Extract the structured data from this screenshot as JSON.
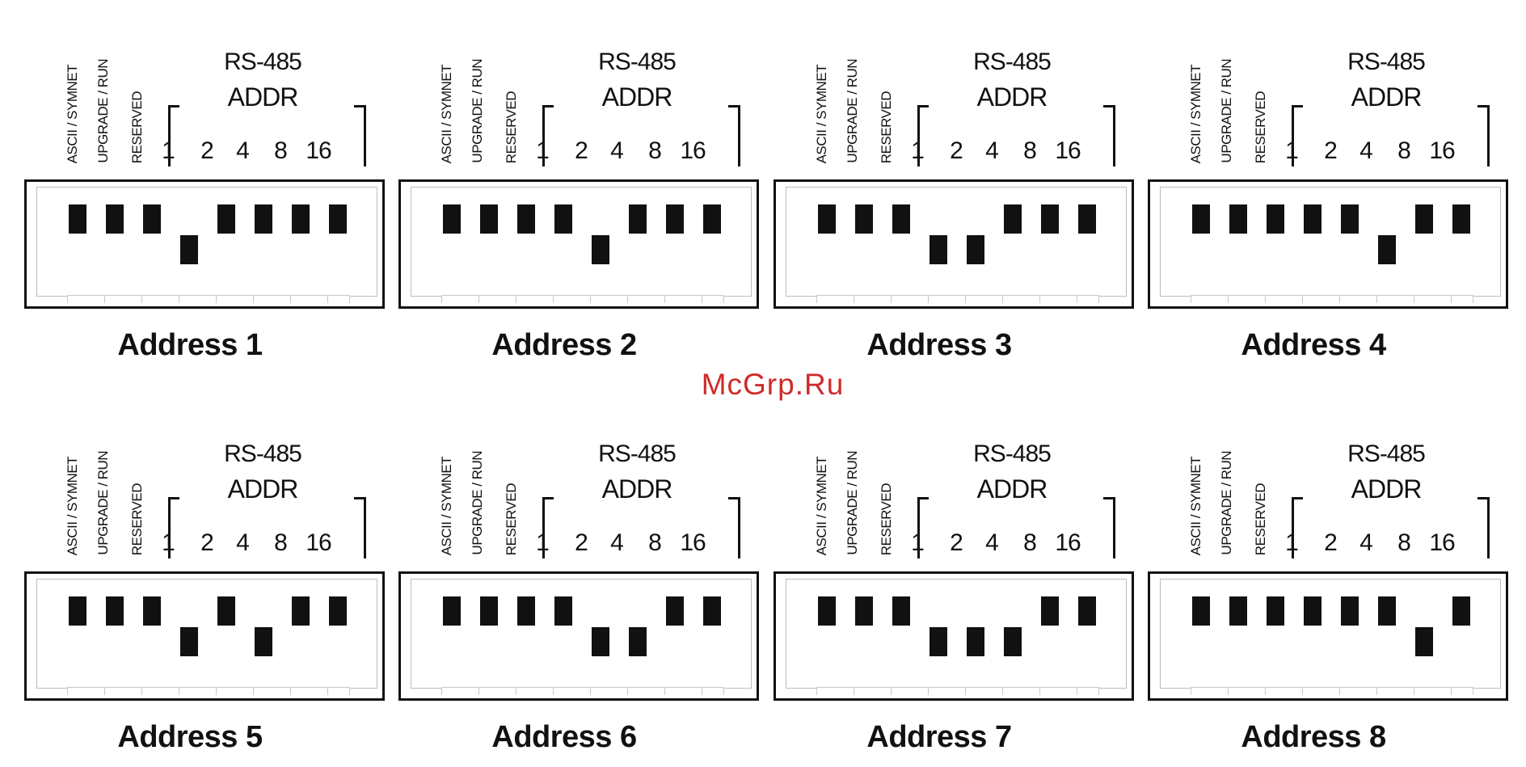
{
  "labels": {
    "ascii": "ASCII / SYMNET",
    "upgrade": "UPGRADE / RUN",
    "reserved": "RESERVED",
    "rs485": "RS-485",
    "addr": "ADDR",
    "bits": [
      "1",
      "2",
      "4",
      "8",
      "16"
    ]
  },
  "watermark": "McGrp.Ru",
  "diagrams": [
    {
      "caption": "Address 1",
      "switches": [
        "up",
        "up",
        "up",
        "down",
        "up",
        "up",
        "up",
        "up"
      ]
    },
    {
      "caption": "Address 2",
      "switches": [
        "up",
        "up",
        "up",
        "up",
        "down",
        "up",
        "up",
        "up"
      ]
    },
    {
      "caption": "Address 3",
      "switches": [
        "up",
        "up",
        "up",
        "down",
        "down",
        "up",
        "up",
        "up"
      ]
    },
    {
      "caption": "Address 4",
      "switches": [
        "up",
        "up",
        "up",
        "up",
        "up",
        "down",
        "up",
        "up"
      ]
    },
    {
      "caption": "Address 5",
      "switches": [
        "up",
        "up",
        "up",
        "down",
        "up",
        "down",
        "up",
        "up"
      ]
    },
    {
      "caption": "Address 6",
      "switches": [
        "up",
        "up",
        "up",
        "up",
        "down",
        "down",
        "up",
        "up"
      ]
    },
    {
      "caption": "Address 7",
      "switches": [
        "up",
        "up",
        "up",
        "down",
        "down",
        "down",
        "up",
        "up"
      ]
    },
    {
      "caption": "Address 8",
      "switches": [
        "up",
        "up",
        "up",
        "up",
        "up",
        "up",
        "down",
        "up"
      ]
    }
  ]
}
